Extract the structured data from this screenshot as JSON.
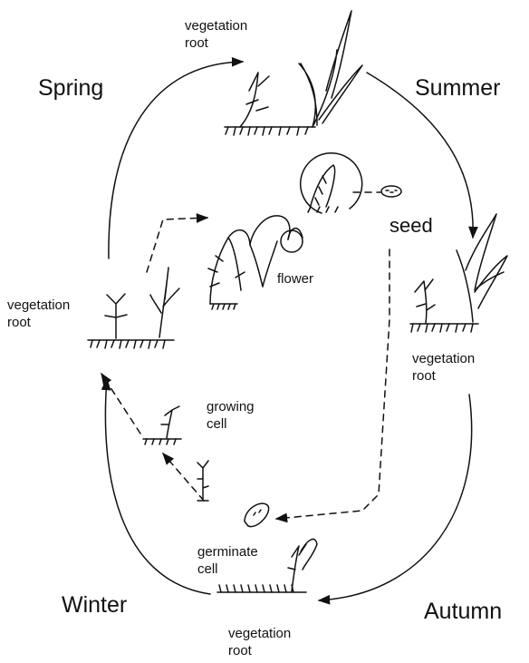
{
  "seasons": {
    "spring": "Spring",
    "summer": "Summer",
    "autumn": "Autumn",
    "winter": "Winter"
  },
  "labels": {
    "top_vegetation": "vegetation",
    "top_root": "root",
    "left_vegetation": "vegetation",
    "left_root": "root",
    "right_vegetation": "vegetation",
    "right_root": "root",
    "bottom_vegetation": "vegetation",
    "bottom_root": "root",
    "seed": "seed",
    "flower": "flower",
    "growing_1": "growing",
    "growing_2": "cell",
    "germinate_1": "germinate",
    "germinate_2": "cell"
  },
  "colors": {
    "ink": "#111111",
    "background": "#ffffff"
  }
}
